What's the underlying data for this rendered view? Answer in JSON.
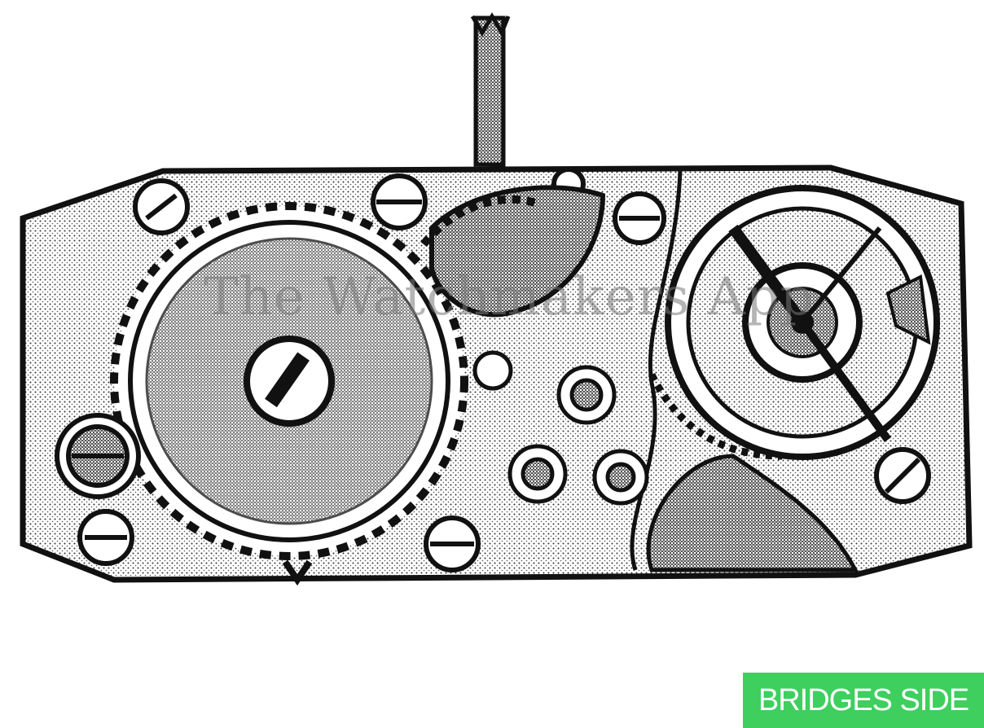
{
  "watermark": "The Watchmakers App",
  "view_label": "BRIDGES SIDE",
  "colors": {
    "label_background": "#3ecf5e",
    "label_text": "#ffffff",
    "line_art": "#111111",
    "background": "#ffffff"
  },
  "illustration": {
    "subject": "watch-movement-line-drawing"
  }
}
